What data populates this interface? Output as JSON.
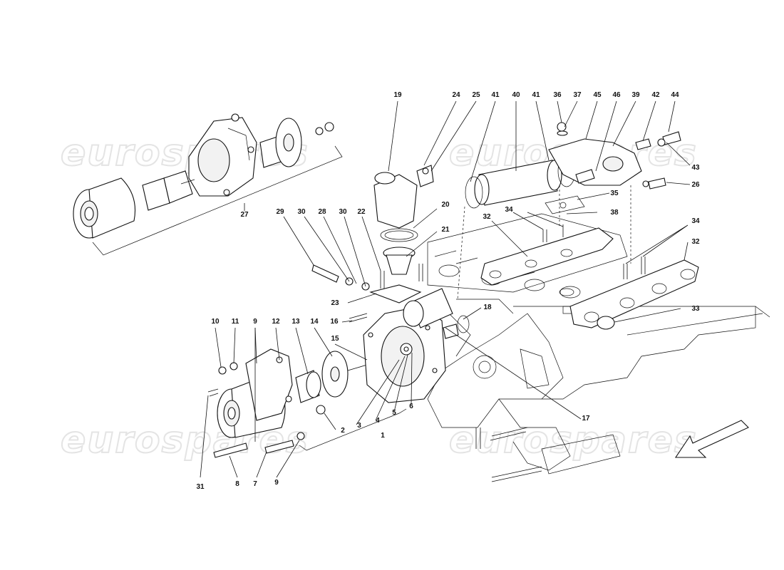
{
  "watermark": {
    "text": "eurospares"
  },
  "callouts": [
    {
      "id": "c19",
      "text": "19"
    },
    {
      "id": "c24",
      "text": "24"
    },
    {
      "id": "c25",
      "text": "25"
    },
    {
      "id": "c41a",
      "text": "41"
    },
    {
      "id": "c40",
      "text": "40"
    },
    {
      "id": "c41b",
      "text": "41"
    },
    {
      "id": "c36",
      "text": "36"
    },
    {
      "id": "c37",
      "text": "37"
    },
    {
      "id": "c45",
      "text": "45"
    },
    {
      "id": "c46",
      "text": "46"
    },
    {
      "id": "c39",
      "text": "39"
    },
    {
      "id": "c42",
      "text": "42"
    },
    {
      "id": "c44",
      "text": "44"
    },
    {
      "id": "c43",
      "text": "43"
    },
    {
      "id": "c26",
      "text": "26"
    },
    {
      "id": "c35",
      "text": "35"
    },
    {
      "id": "c38",
      "text": "38"
    },
    {
      "id": "c34a",
      "text": "34"
    },
    {
      "id": "c32a",
      "text": "32"
    },
    {
      "id": "c34b",
      "text": "34"
    },
    {
      "id": "c32b",
      "text": "32"
    },
    {
      "id": "c33",
      "text": "33"
    },
    {
      "id": "c27",
      "text": "27"
    },
    {
      "id": "c29",
      "text": "29"
    },
    {
      "id": "c30a",
      "text": "30"
    },
    {
      "id": "c28",
      "text": "28"
    },
    {
      "id": "c30b",
      "text": "30"
    },
    {
      "id": "c22",
      "text": "22"
    },
    {
      "id": "c20",
      "text": "20"
    },
    {
      "id": "c21",
      "text": "21"
    },
    {
      "id": "c23",
      "text": "23"
    },
    {
      "id": "c16",
      "text": "16"
    },
    {
      "id": "c18",
      "text": "18"
    },
    {
      "id": "c10",
      "text": "10"
    },
    {
      "id": "c11",
      "text": "11"
    },
    {
      "id": "c9a",
      "text": "9"
    },
    {
      "id": "c12",
      "text": "12"
    },
    {
      "id": "c13",
      "text": "13"
    },
    {
      "id": "c14",
      "text": "14"
    },
    {
      "id": "c15",
      "text": "15"
    },
    {
      "id": "c2",
      "text": "2"
    },
    {
      "id": "c3",
      "text": "3"
    },
    {
      "id": "c4",
      "text": "4"
    },
    {
      "id": "c5",
      "text": "5"
    },
    {
      "id": "c6",
      "text": "6"
    },
    {
      "id": "c1",
      "text": "1"
    },
    {
      "id": "c17",
      "text": "17"
    },
    {
      "id": "c31",
      "text": "31"
    },
    {
      "id": "c8",
      "text": "8"
    },
    {
      "id": "c7",
      "text": "7"
    },
    {
      "id": "c9b",
      "text": "9"
    }
  ]
}
